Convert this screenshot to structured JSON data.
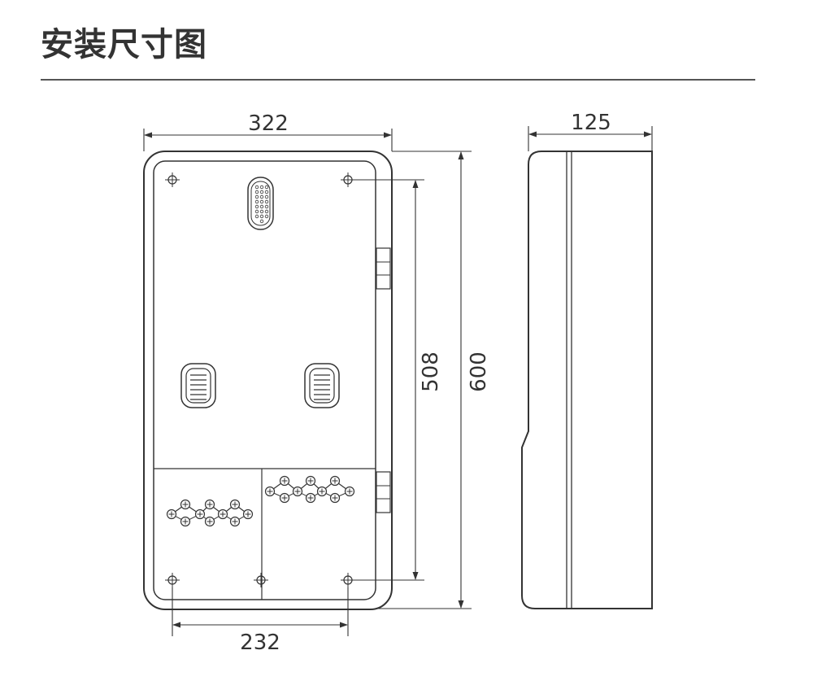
{
  "title": "安装尺寸图",
  "dimensions": {
    "front_width": "322",
    "front_height": "600",
    "mount_vertical": "508",
    "mount_horizontal": "232",
    "side_depth": "125"
  },
  "colors": {
    "line": "#333333",
    "rule": "#555555",
    "background": "#ffffff"
  }
}
